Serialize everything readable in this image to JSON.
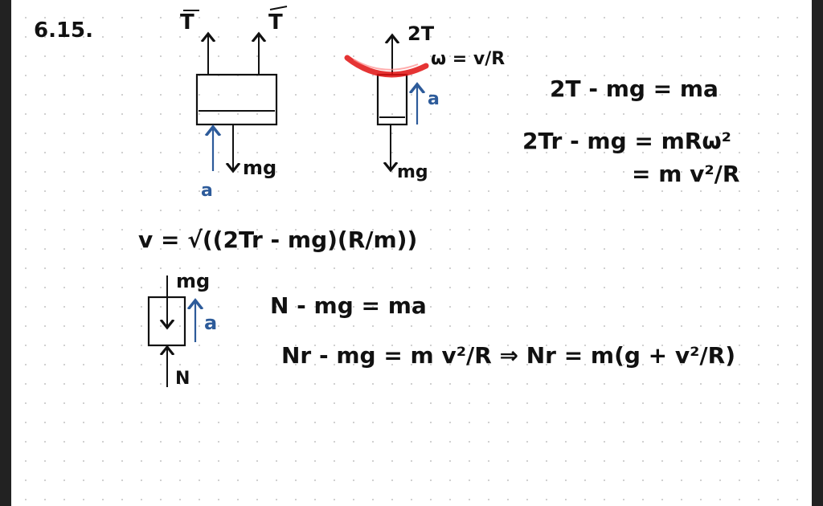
{
  "problem": {
    "number": "6.15."
  },
  "diagram1": {
    "tension_left": "T",
    "tension_right": "T",
    "weight": "mg",
    "accel": "a"
  },
  "diagram2": {
    "tension": "2T",
    "omega": "ω = v/R",
    "accel": "a",
    "weight": "mg"
  },
  "equations": {
    "vector": "2T - mg = ma",
    "radial": "2Tr - mg = mRω²",
    "radial_cont": "= m v²/R",
    "speed": "v = √((2Tr - mg)(R/m))",
    "normal_vector": "N - mg = ma",
    "normal_radial": "Nr - mg = m v²/R ⇒ Nr = m(g + v²/R)"
  },
  "diagram3": {
    "weight": "mg",
    "accel": "a",
    "normal": "N"
  },
  "colors": {
    "ink": "#111111",
    "blue_ink": "#2d5b9a",
    "highlight": "#e01010"
  }
}
